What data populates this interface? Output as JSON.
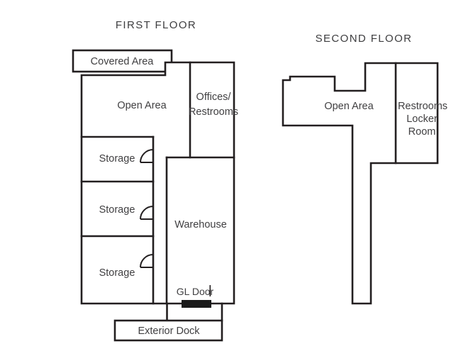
{
  "colors": {
    "wall": "#231f20",
    "label_text": "#414042",
    "title_text": "#3d3d3f",
    "door_marker": "#1a1a1a",
    "background": "#ffffff"
  },
  "first_floor": {
    "title": "FIRST FLOOR",
    "rooms": {
      "covered_area": "Covered Area",
      "open_area": "Open Area",
      "offices_restrooms_line1": "Offices/",
      "offices_restrooms_line2": "Restrooms",
      "storage_1": "Storage",
      "storage_2": "Storage",
      "storage_3": "Storage",
      "warehouse": "Warehouse",
      "gl_door": "GL Door",
      "exterior_dock": "Exterior Dock"
    }
  },
  "second_floor": {
    "title": "SECOND FLOOR",
    "rooms": {
      "open_area": "Open Area",
      "restrooms_line1": "Restrooms",
      "restrooms_line2": "Locker",
      "restrooms_line3": "Room"
    }
  }
}
